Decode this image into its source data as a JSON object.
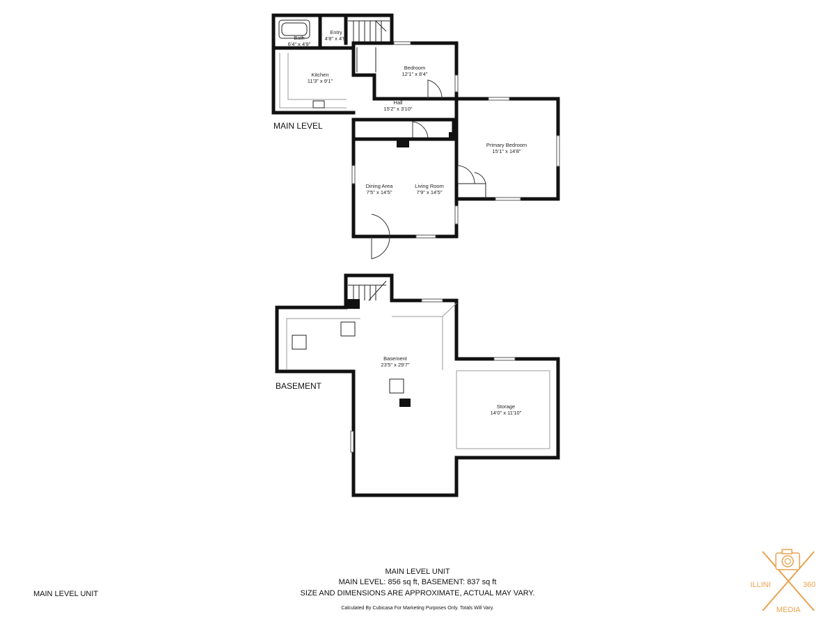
{
  "levels": {
    "main": "MAIN LEVEL",
    "basement": "BASEMENT"
  },
  "rooms": [
    {
      "id": "bath",
      "name": "Bath",
      "dims": "6'4\" x 4'9\""
    },
    {
      "id": "entry",
      "name": "Entry",
      "dims": "4'8\" x 4'9\""
    },
    {
      "id": "kitchen",
      "name": "Kitchen",
      "dims": "11'3\" x 9'1\""
    },
    {
      "id": "bedroom",
      "name": "Bedroom",
      "dims": "12'1\" x 8'4\""
    },
    {
      "id": "hall",
      "name": "Hall",
      "dims": "15'2\" x 3'10\""
    },
    {
      "id": "primary-bedroom",
      "name": "Primary Bedroom",
      "dims": "15'1\" x 14'8\""
    },
    {
      "id": "dining-area",
      "name": "Dining Area",
      "dims": "7'5\" x 14'5\""
    },
    {
      "id": "living-room",
      "name": "Living Room",
      "dims": "7'9\" x 14'5\""
    },
    {
      "id": "basement",
      "name": "Basement",
      "dims": "23'5\" x 29'7\""
    },
    {
      "id": "storage",
      "name": "Storage",
      "dims": "14'0\" x 11'10\""
    }
  ],
  "footer": {
    "title": "MAIN LEVEL UNIT",
    "areas": "MAIN LEVEL: 856 sq ft, BASEMENT: 837 sq ft",
    "disclaimer": "SIZE AND DIMENSIONS ARE APPROXIMATE, ACTUAL MAY VARY.",
    "credit": "Calculated By Cubicasa For Marketing Purposes Only. Totals Will Vary.",
    "unit_label": "MAIN LEVEL UNIT"
  },
  "logo": {
    "left": "ILLINI",
    "right": "360",
    "bottom": "MEDIA",
    "color": "#e8a24e",
    "icon": "camera-icon"
  }
}
